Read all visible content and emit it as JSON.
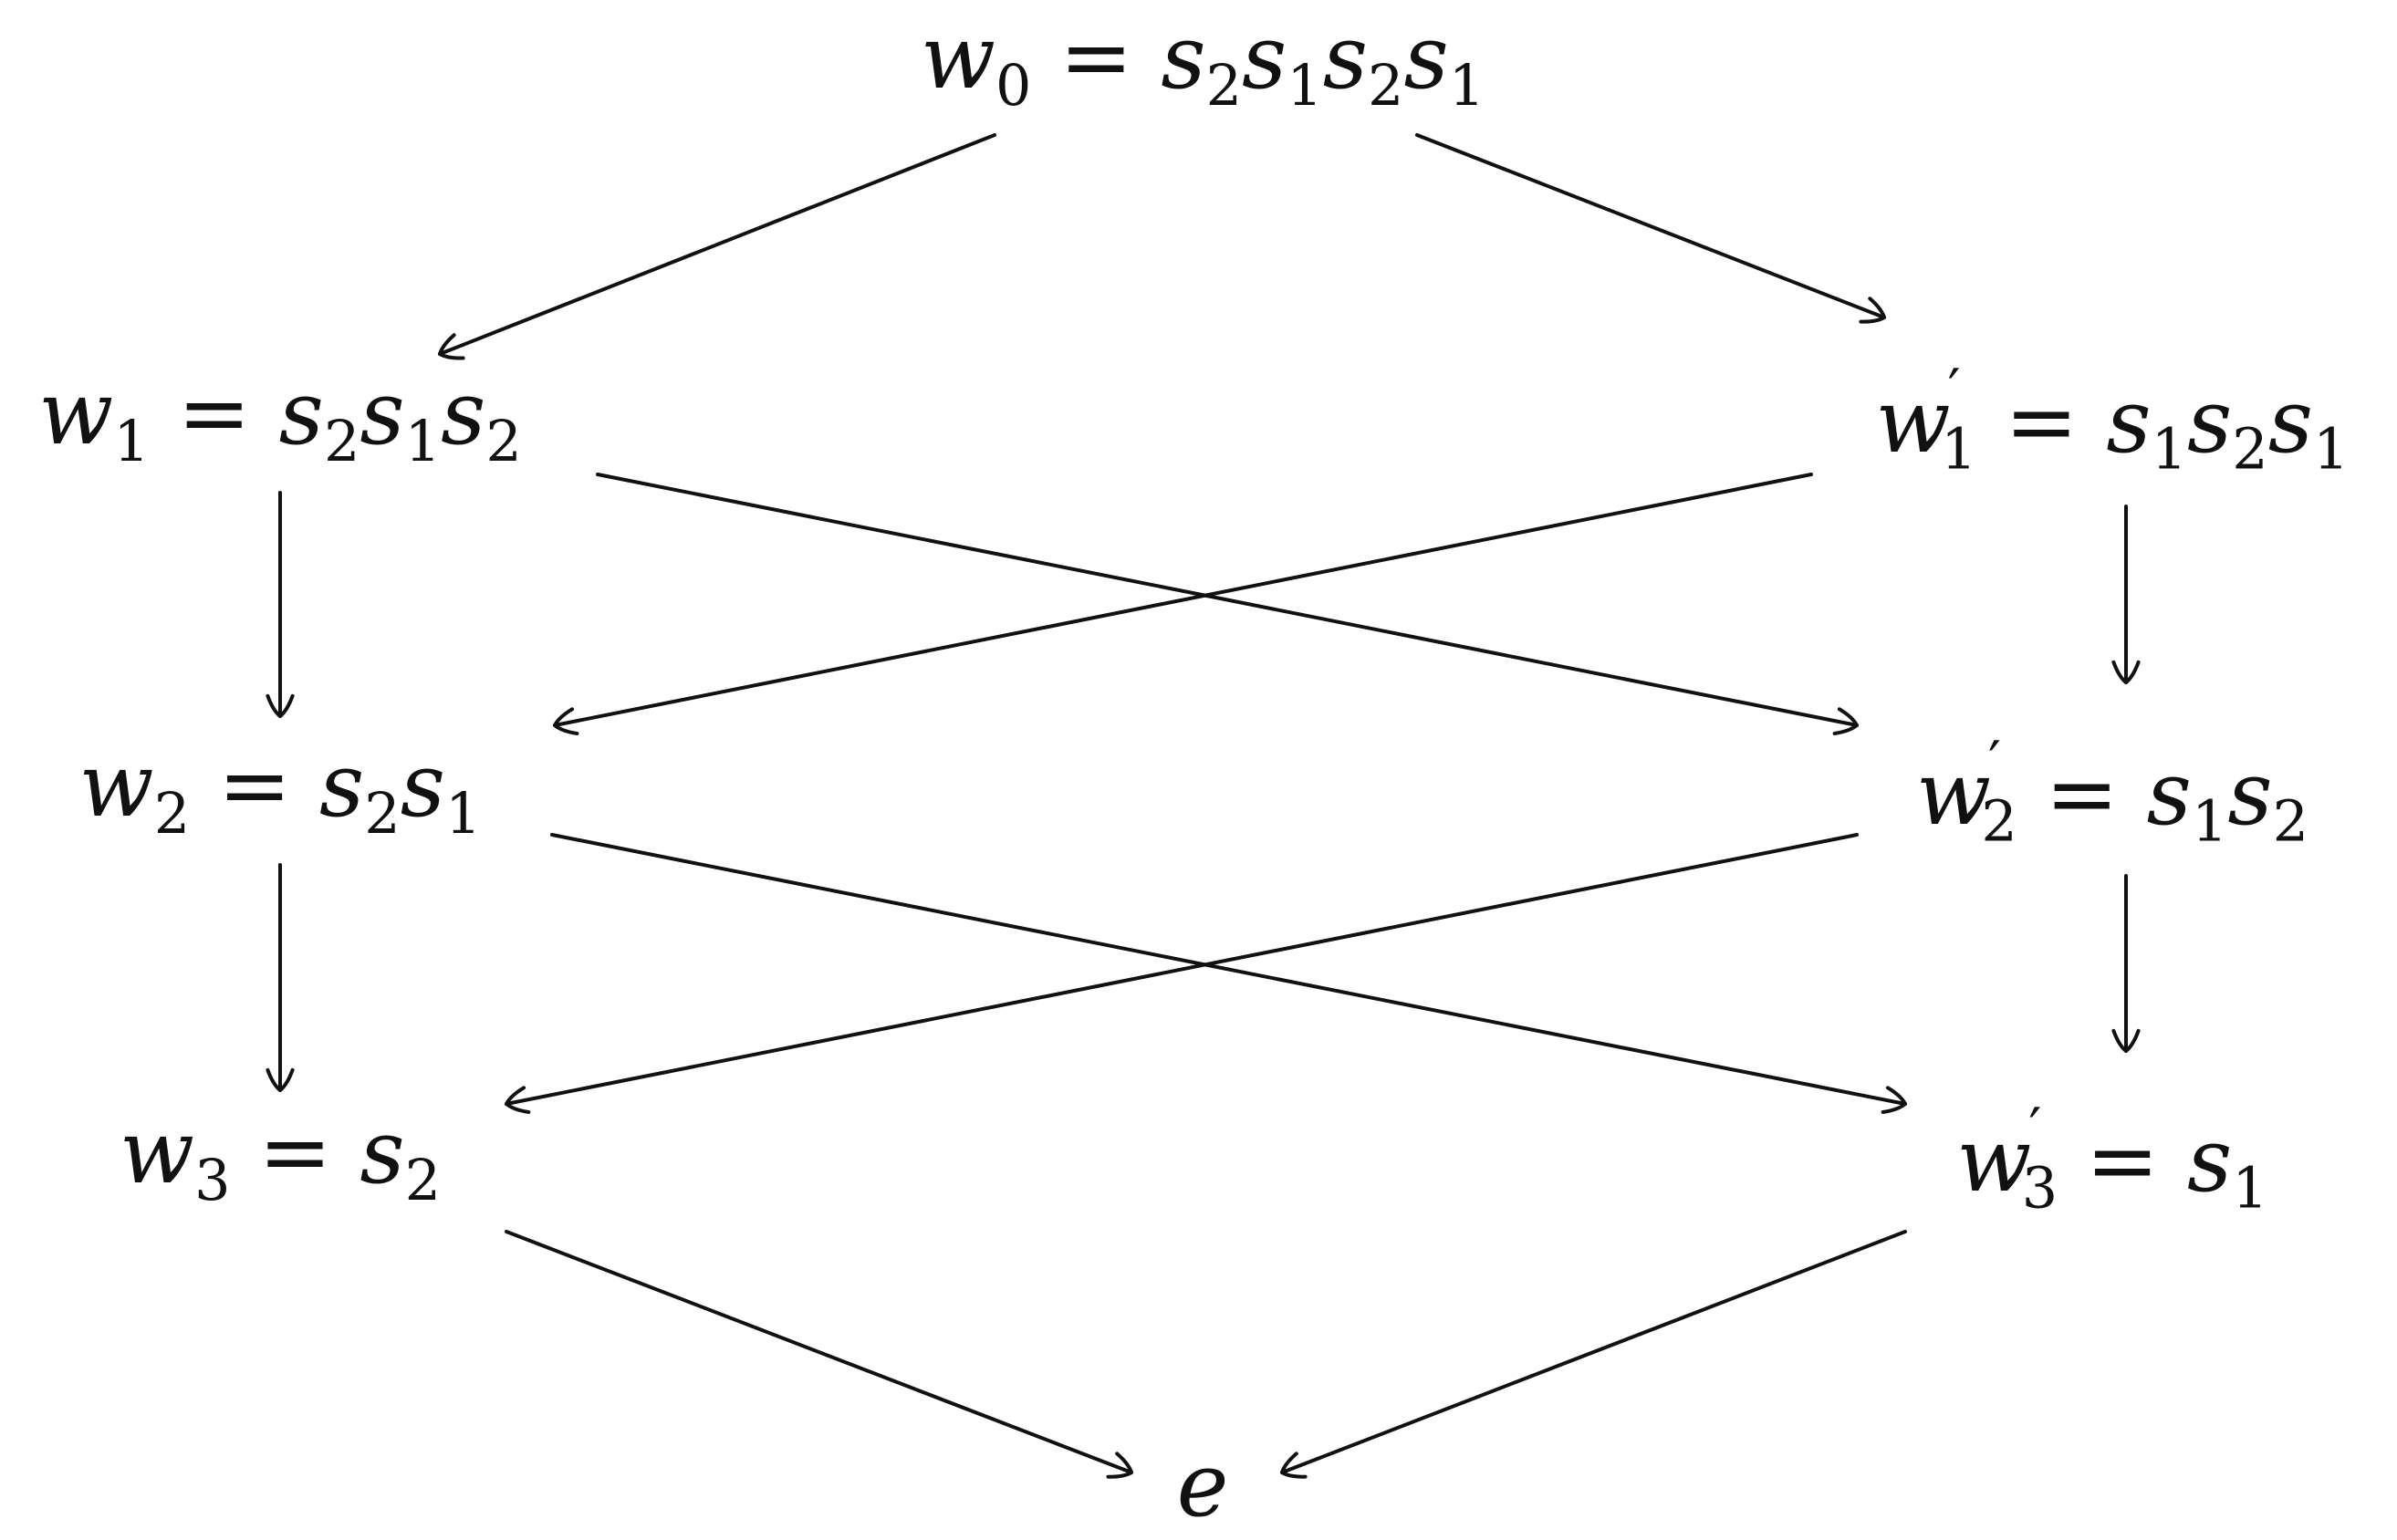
{
  "diagram": {
    "type": "Bruhat order Hasse diagram",
    "nodes": [
      {
        "id": "w0",
        "name": "w",
        "sub": "0",
        "prime": "",
        "eq": "=",
        "word": [
          [
            "s",
            "2"
          ],
          [
            "s",
            "1"
          ],
          [
            "s",
            "2"
          ],
          [
            "s",
            "1"
          ]
        ]
      },
      {
        "id": "w1",
        "name": "w",
        "sub": "1",
        "prime": "",
        "eq": "=",
        "word": [
          [
            "s",
            "2"
          ],
          [
            "s",
            "1"
          ],
          [
            "s",
            "2"
          ]
        ]
      },
      {
        "id": "w1p",
        "name": "w",
        "sub": "1",
        "prime": "′",
        "eq": "=",
        "word": [
          [
            "s",
            "1"
          ],
          [
            "s",
            "2"
          ],
          [
            "s",
            "1"
          ]
        ]
      },
      {
        "id": "w2",
        "name": "w",
        "sub": "2",
        "prime": "",
        "eq": "=",
        "word": [
          [
            "s",
            "2"
          ],
          [
            "s",
            "1"
          ]
        ]
      },
      {
        "id": "w2p",
        "name": "w",
        "sub": "2",
        "prime": "′",
        "eq": "=",
        "word": [
          [
            "s",
            "1"
          ],
          [
            "s",
            "2"
          ]
        ]
      },
      {
        "id": "w3",
        "name": "w",
        "sub": "3",
        "prime": "",
        "eq": "=",
        "word": [
          [
            "s",
            "2"
          ]
        ]
      },
      {
        "id": "w3p",
        "name": "w",
        "sub": "3",
        "prime": "′",
        "eq": "=",
        "word": [
          [
            "s",
            "1"
          ]
        ]
      },
      {
        "id": "e",
        "name": "e",
        "sub": "",
        "prime": "",
        "eq": "",
        "word": []
      }
    ],
    "edges": [
      {
        "from": "w0",
        "to": "w1"
      },
      {
        "from": "w0",
        "to": "w1p"
      },
      {
        "from": "w1",
        "to": "w2"
      },
      {
        "from": "w1",
        "to": "w2p"
      },
      {
        "from": "w1p",
        "to": "w2"
      },
      {
        "from": "w1p",
        "to": "w2p"
      },
      {
        "from": "w2",
        "to": "w3"
      },
      {
        "from": "w2",
        "to": "w3p"
      },
      {
        "from": "w2p",
        "to": "w3"
      },
      {
        "from": "w2p",
        "to": "w3p"
      },
      {
        "from": "w3",
        "to": "e"
      },
      {
        "from": "w3p",
        "to": "e"
      }
    ]
  }
}
